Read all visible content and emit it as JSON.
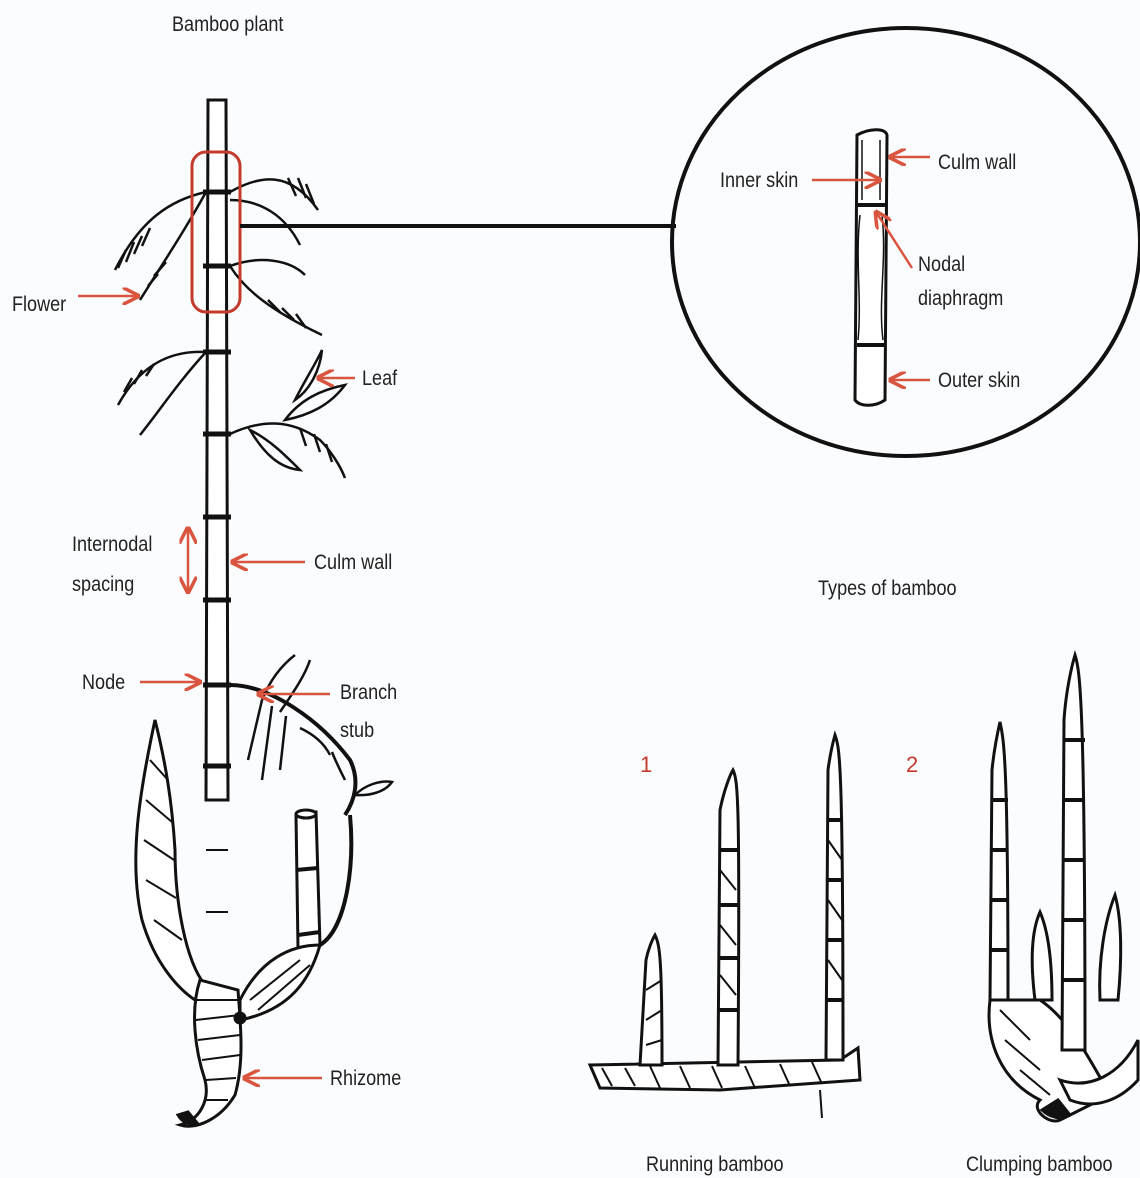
{
  "title": "Bamboo plant",
  "colors": {
    "arrow": "#d9553f",
    "highlight": "#c43a2c",
    "ink": "#111111",
    "number": "#c43a2c"
  },
  "plant_labels": {
    "flower": "Flower",
    "leaf": "Leaf",
    "internodal_line1": "Internodal",
    "internodal_line2": "spacing",
    "culm_wall": "Culm wall",
    "node": "Node",
    "branch_stub_line1": "Branch",
    "branch_stub_line2": "stub",
    "rhizome": "Rhizome"
  },
  "detail_labels": {
    "inner_skin": "Inner skin",
    "culm_wall": "Culm wall",
    "nodal_line1": "Nodal",
    "nodal_line2": "diaphragm",
    "outer_skin": "Outer skin"
  },
  "types": {
    "heading": "Types of bamboo",
    "running_number": "1",
    "running_label": "Running bamboo",
    "clumping_number": "2",
    "clumping_label": "Clumping bamboo"
  }
}
